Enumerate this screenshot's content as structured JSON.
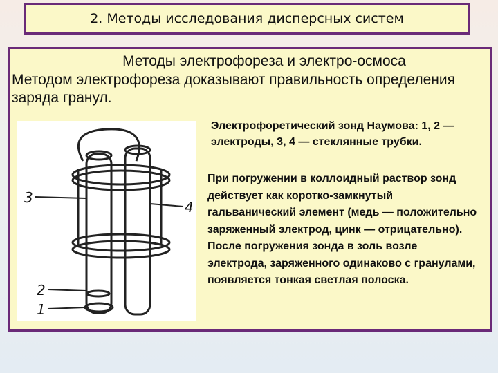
{
  "slide": {
    "title": "2. Методы исследования дисперсных систем",
    "heading": "Методы электрофореза и электро-осмоса",
    "intro": "Методом электрофореза доказывают правильность определения заряда гранул.",
    "figure": {
      "labels": [
        "3",
        "4",
        "2",
        "1"
      ]
    },
    "caption": "Электрофоретический зонд Наумова: 1, 2 —электроды, 3, 4 — стеклянные трубки.",
    "paragraph": "При погружении в коллоидный раствор зонд действует как коротко-замкнутый гальванический элемент (медь — положительно заряженный электрод, цинк — отрицательно). После погружения зонда в золь возле электрода, заряженного одинаково с гранулами, появляется тонкая светлая полоска."
  }
}
